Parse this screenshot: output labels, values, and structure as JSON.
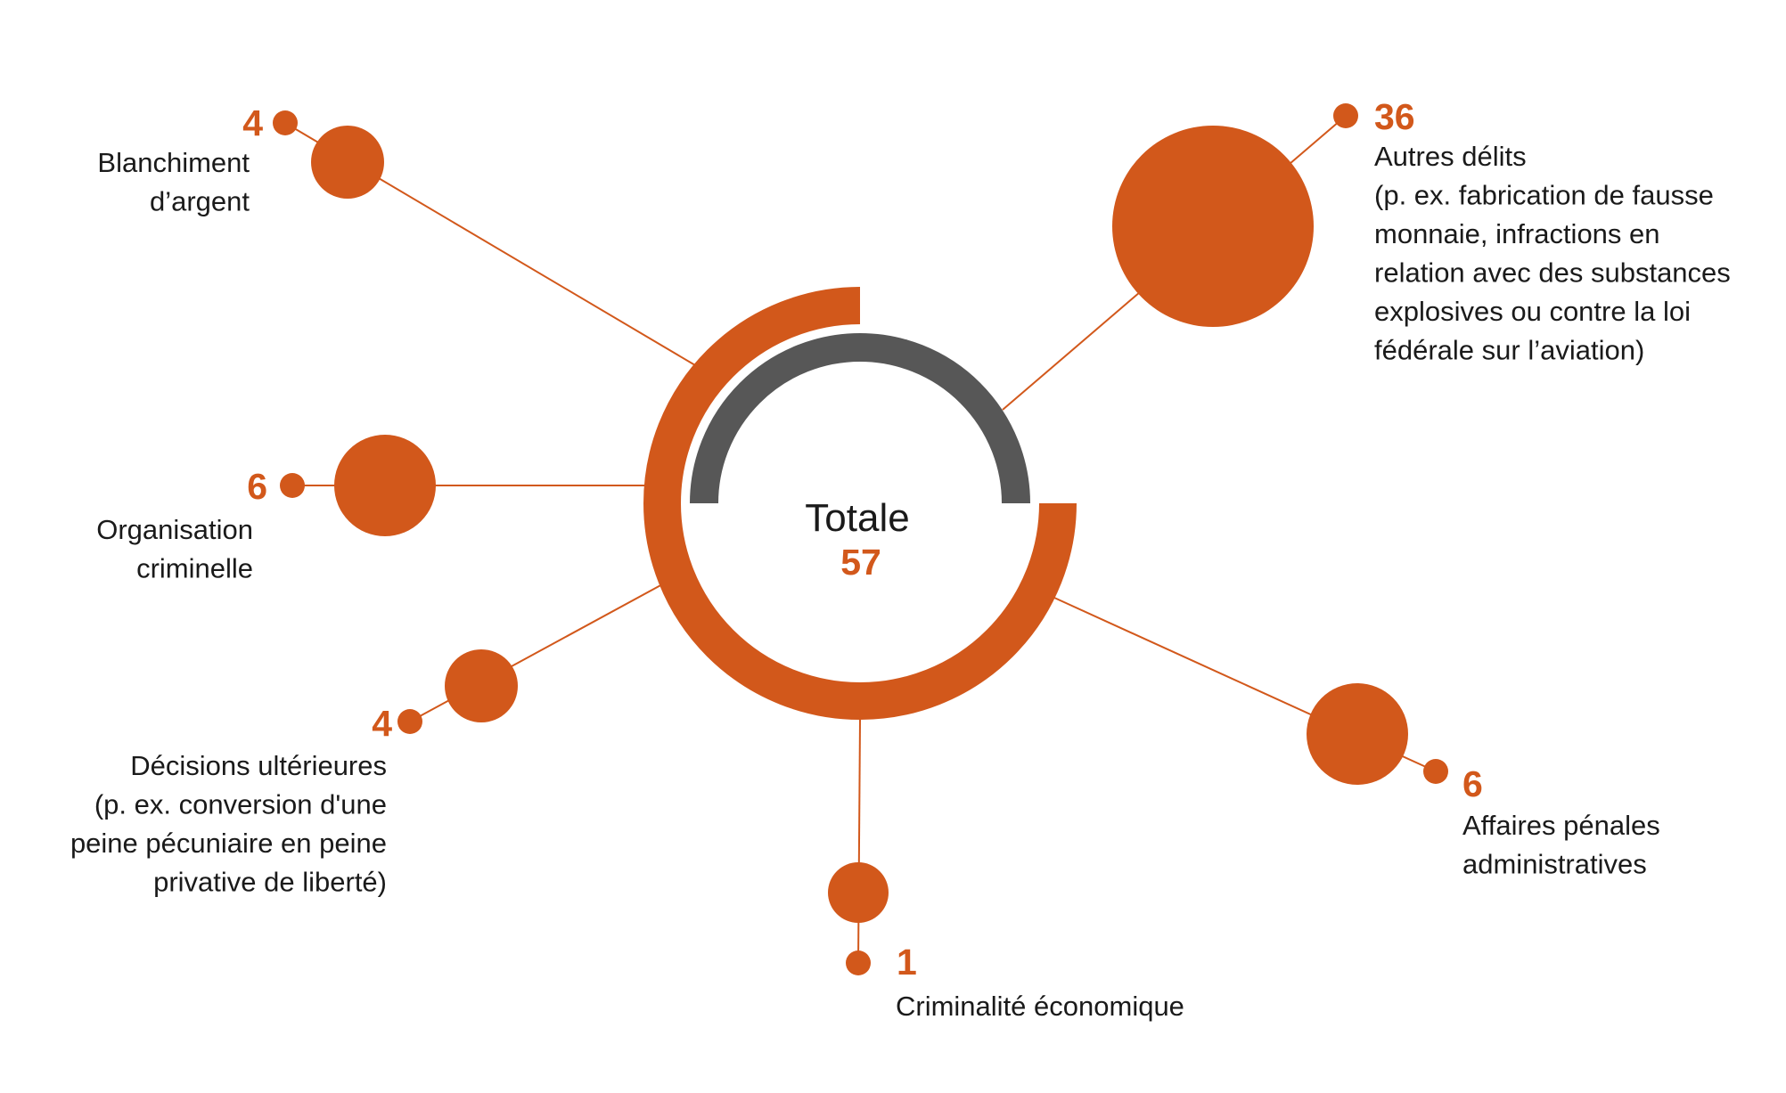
{
  "colors": {
    "accent": "#d2581b",
    "ring_inner": "#575757",
    "text": "#1a1a1a"
  },
  "total": {
    "label": "Totale",
    "value": "57"
  },
  "categories": [
    {
      "id": "blanchiment",
      "count": "4",
      "label_lines": [
        "Blanchiment",
        "d’argent"
      ]
    },
    {
      "id": "organisation",
      "count": "6",
      "label_lines": [
        "Organisation",
        "criminelle"
      ]
    },
    {
      "id": "decisions",
      "count": "4",
      "label_lines": [
        "Décisions ultérieures",
        "(p. ex. conversion d'une",
        "peine pécuniaire en peine",
        "privative de liberté)"
      ]
    },
    {
      "id": "criminalite",
      "count": "1",
      "label_lines": [
        "Criminalité économique"
      ]
    },
    {
      "id": "affaires",
      "count": "6",
      "label_lines": [
        "Affaires pénales",
        "administratives"
      ]
    },
    {
      "id": "autres",
      "count": "36",
      "label_lines": [
        "Autres délits",
        "(p. ex. fabrication de fausse",
        "monnaie, infractions en",
        "relation avec des substances",
        "explosives ou contre la loi",
        "fédérale sur l’aviation)"
      ]
    }
  ]
}
